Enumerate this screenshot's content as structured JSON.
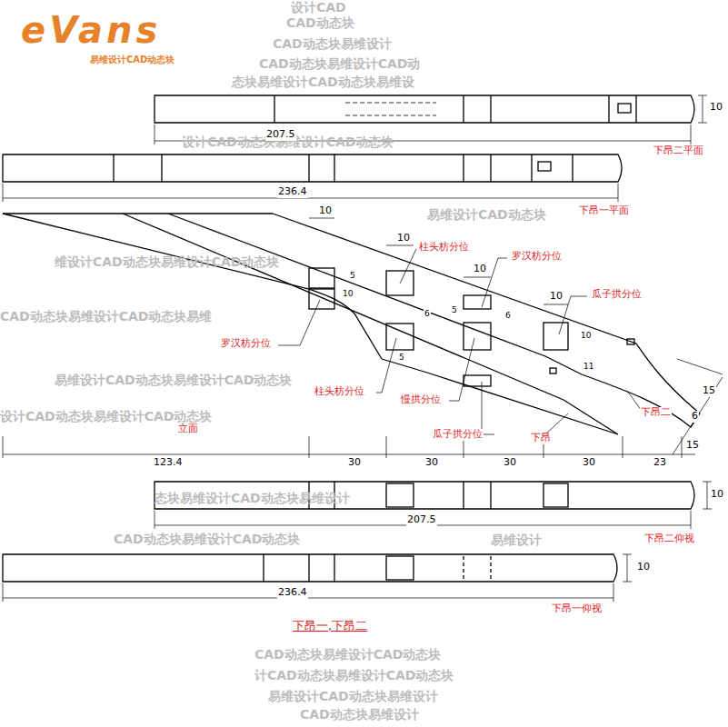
{
  "diagram": {
    "caption": "下昂一,下昂二",
    "labels": [
      "eVans",
      "易维设计CAD动态块",
      "10",
      "207.5",
      "下昂二平面",
      "236.4",
      "下昂一平面",
      "10",
      "10",
      "柱头枋分位",
      "10",
      "罗汉枋分位",
      "10",
      "瓜子拱分位",
      "罗汉枋分位",
      "柱头枋分位",
      "慢拱分位",
      "瓜子拱分位",
      "下昂",
      "下昂二",
      "15",
      "6",
      "15",
      "立面",
      "123.4",
      "30",
      "30",
      "30",
      "30",
      "23",
      "10",
      "207.5",
      "下昂二仰视",
      "10",
      "236.4",
      "下昂一仰视",
      "5",
      "10",
      "6",
      "5",
      "6",
      "10",
      "11",
      "5",
      "设计CAD",
      "CAD动态块",
      "CAD动态块易维设计",
      "CAD动态块易维设计CAD动",
      "态块易维设计CAD动态块易维设",
      "设计CAD动态块易维设计CAD动态块",
      "易维设计CAD动态块",
      "维设计CAD动态块易维设计CAD动态块",
      "CAD动态块易维设计CAD动态块易维",
      "易维设计CAD动态块易维设计CAD动态块",
      "设计CAD动态块易维设计CAD动态块",
      "态块易维设计CAD动态块易维设计",
      "CAD动态块易维设计CAD动态块",
      "CAD动态块易维设计CAD动态块",
      "计CAD动态块易维设计CAD动态块",
      "易维设计CAD动态块易维设计",
      "CAD动态块易维设计",
      "易维设计"
    ]
  }
}
